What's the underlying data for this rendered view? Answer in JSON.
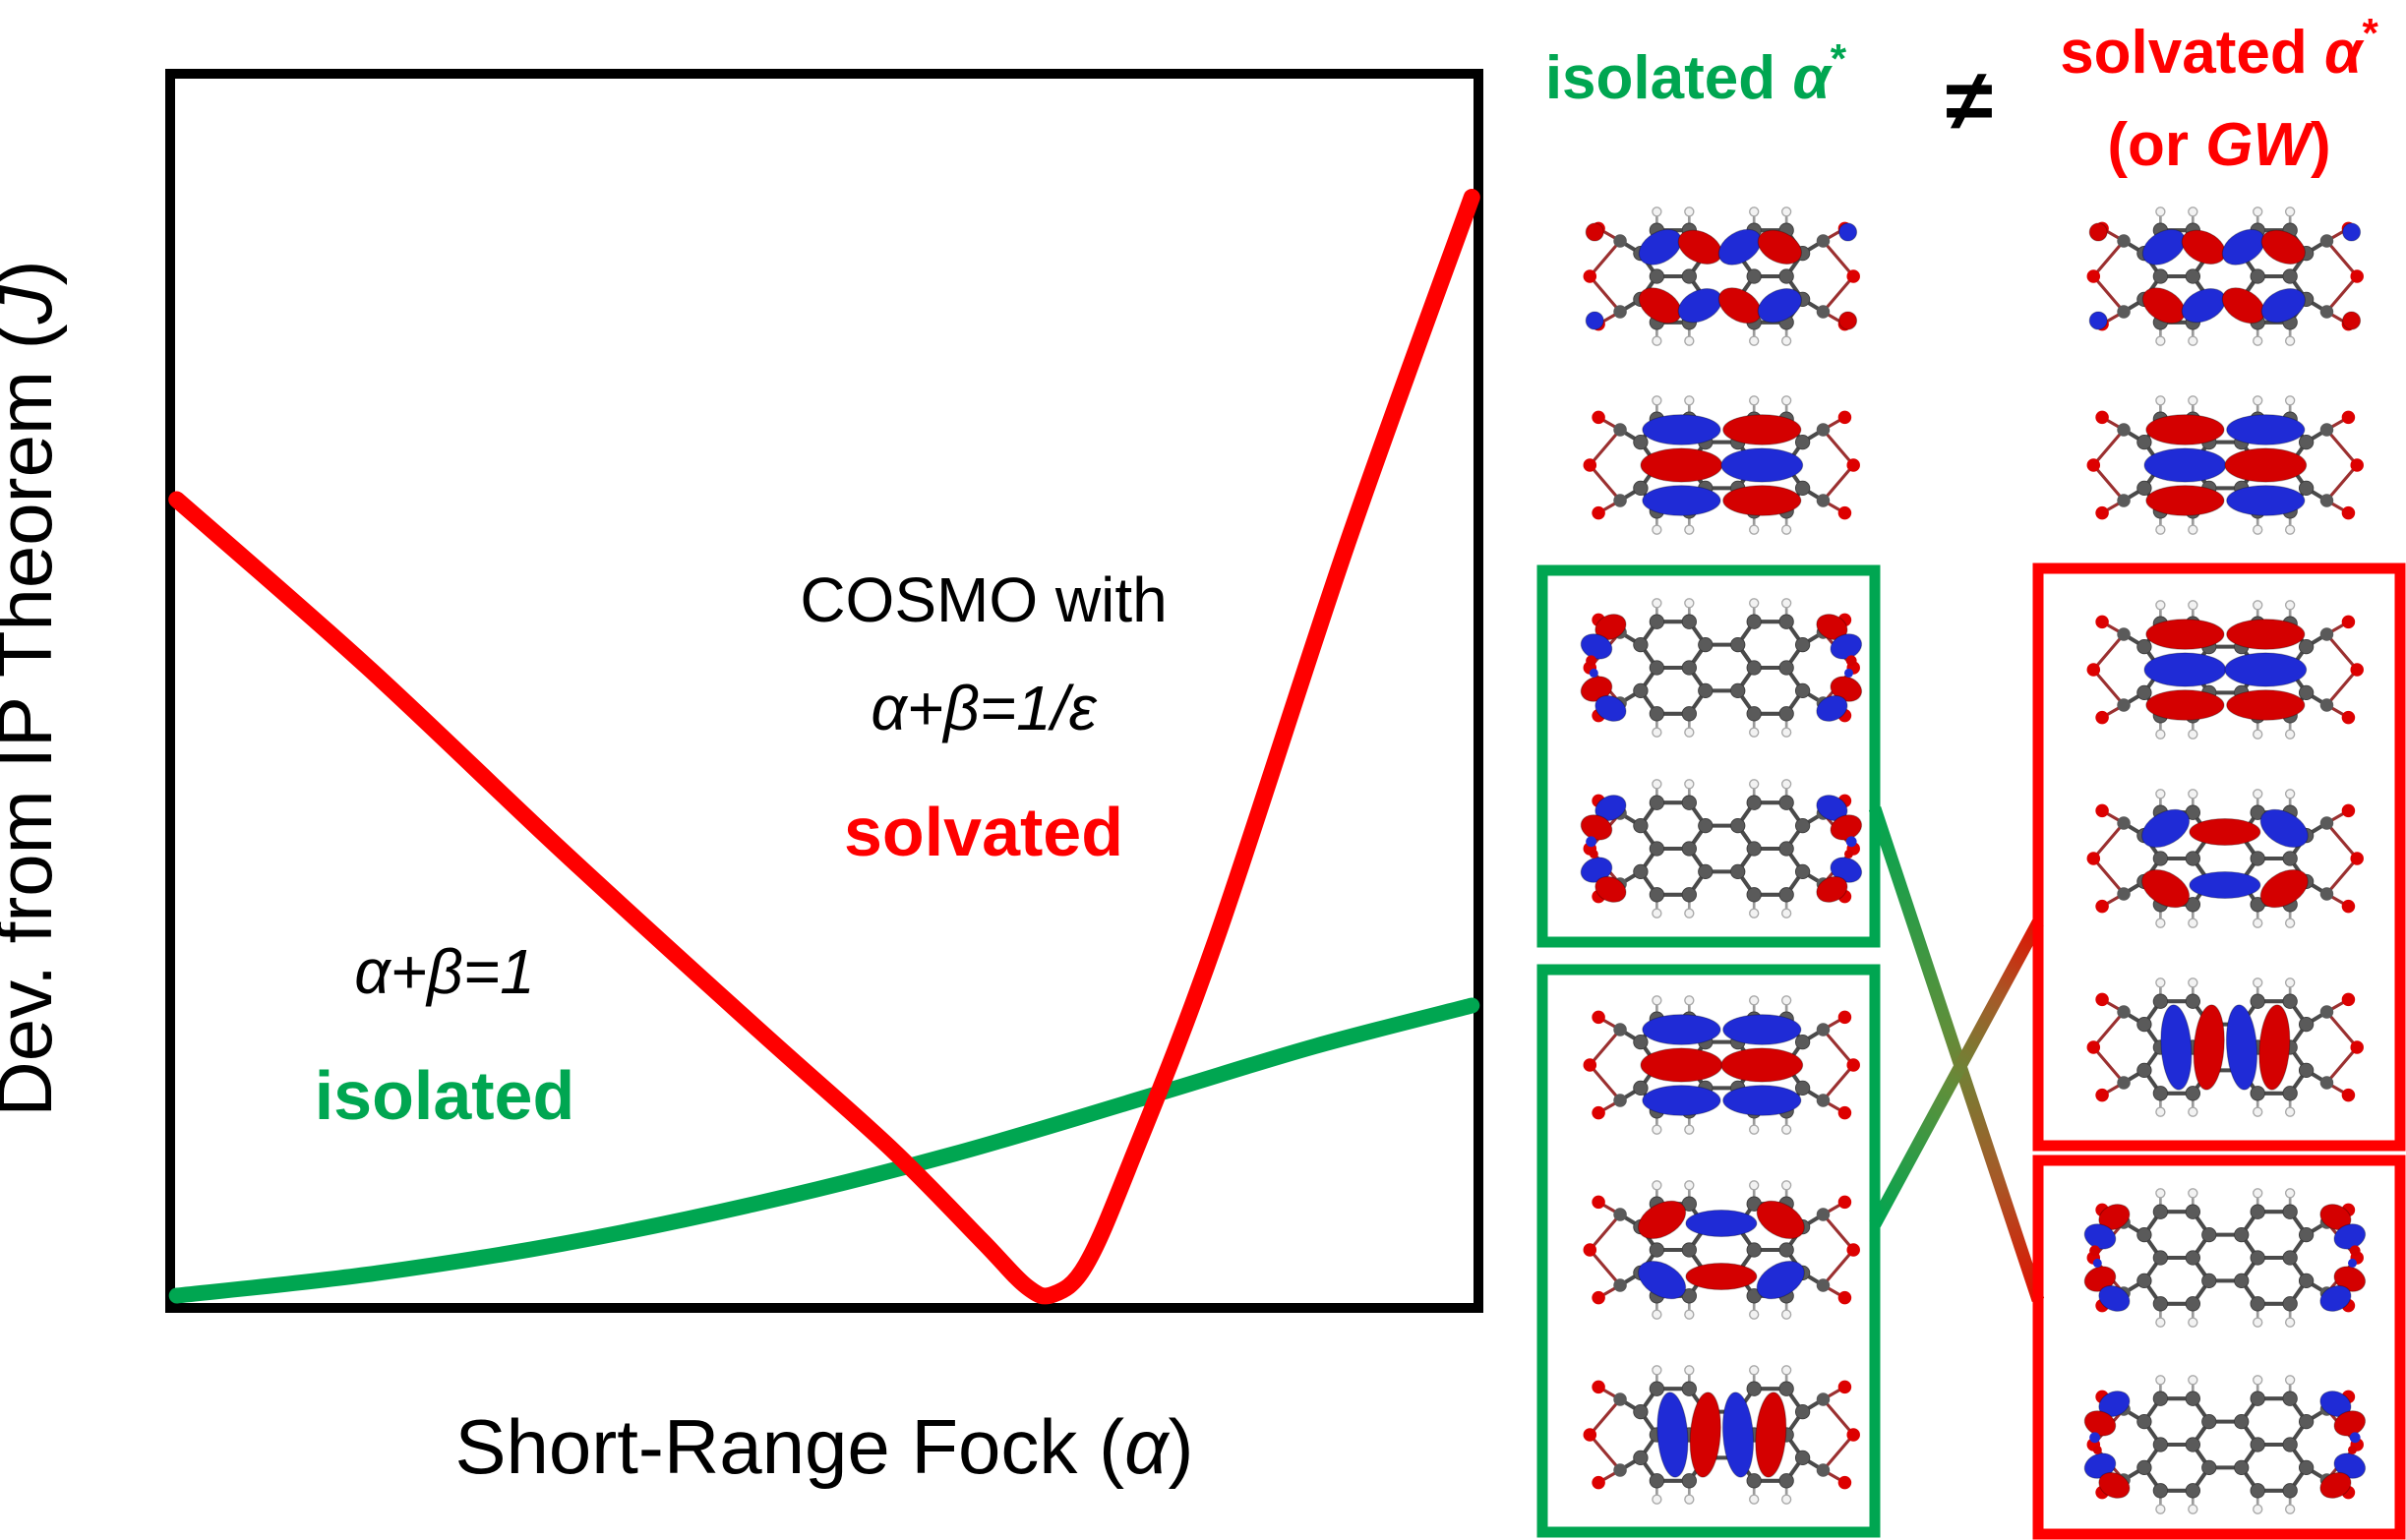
{
  "figure": {
    "kind": "scientific-figure",
    "plot": {
      "y_axis": {
        "prefix": "Dev. from IP Theorem (",
        "symbol": "J",
        "suffix": ")"
      },
      "x_axis": {
        "prefix": "Short-Range Fock (",
        "symbol": "α",
        "suffix": ")"
      },
      "annotations": {
        "cosmo_line1": "COSMO with",
        "cosmo_formula": "α+β=1/ε",
        "solvated": "solvated",
        "isolated_formula": "α+β=1",
        "isolated": "isolated"
      },
      "colors": {
        "solvated_curve": "#FF0000",
        "isolated_curve": "#00A651",
        "frame": "#000000",
        "text": "#000000"
      }
    },
    "chart_data": {
      "type": "line",
      "title": "",
      "xlabel": "Short-Range Fock (α)",
      "ylabel": "Dev. from IP Theorem (J)",
      "x_axis_numeric": false,
      "y_axis_numeric": false,
      "grid": false,
      "frame": true,
      "legend_position": "in-plot text labels",
      "series": [
        {
          "name": "solvated (COSMO with α+β=1/ε)",
          "color": "#FF0000",
          "width": 17,
          "description": "Starts mid-high at the left axis, decreases to a sharp minimum near zero deviation at about 67% of the α range, then rises steeply to near the top right of the frame",
          "points_norm": [
            [
              0.005,
              0.655
            ],
            [
              0.15,
              0.52
            ],
            [
              0.3,
              0.37
            ],
            [
              0.45,
              0.225
            ],
            [
              0.55,
              0.13
            ],
            [
              0.62,
              0.055
            ],
            [
              0.655,
              0.017
            ],
            [
              0.675,
              0.011
            ],
            [
              0.7,
              0.035
            ],
            [
              0.735,
              0.12
            ],
            [
              0.8,
              0.3
            ],
            [
              0.9,
              0.62
            ],
            [
              0.995,
              0.9
            ]
          ]
        },
        {
          "name": "isolated (α+β=1)",
          "color": "#00A651",
          "width": 16,
          "description": "Shallow convex monotonic increase from the bottom-left corner to the lower right",
          "points_norm": [
            [
              0.005,
              0.01
            ],
            [
              0.15,
              0.027
            ],
            [
              0.3,
              0.052
            ],
            [
              0.45,
              0.085
            ],
            [
              0.6,
              0.125
            ],
            [
              0.75,
              0.172
            ],
            [
              0.875,
              0.212
            ],
            [
              0.995,
              0.245
            ]
          ]
        }
      ]
    },
    "comparison": {
      "left_header": {
        "word": "isolated ",
        "symbol": "α",
        "sup": "*",
        "color": "#00A651"
      },
      "not_equal": "≠",
      "not_equal_color": "#000000",
      "right_header": {
        "word": "solvated ",
        "symbol": "α",
        "sup": "*",
        "line2_open": "(or ",
        "line2_italic": "GW",
        "line2_close": ")",
        "color": "#FF0000"
      },
      "molecule_colors": {
        "carbon": "#5a5a5a",
        "oxygen": "#dd0000",
        "hydrogen": "#f2f2f2",
        "lobe_red": "#d40000",
        "lobe_blue": "#1f2bd6"
      },
      "left_column": [
        {
          "id": "iso-1",
          "box": null,
          "pattern": "alt8",
          "top": [
            "B",
            "R",
            "B",
            "R"
          ],
          "bottom": [
            "R",
            "B",
            "R",
            "B"
          ],
          "corners": [
            "R",
            "B",
            "B",
            "R"
          ]
        },
        {
          "id": "iso-2",
          "box": null,
          "pattern": "rows3",
          "rows": [
            [
              "B",
              "R"
            ],
            [
              "R",
              "B"
            ],
            [
              "B",
              "R"
            ]
          ]
        },
        {
          "id": "iso-3",
          "box": "green",
          "pattern": "edge",
          "variant": "A"
        },
        {
          "id": "iso-4",
          "box": "green",
          "pattern": "edge",
          "variant": "B"
        },
        {
          "id": "iso-5",
          "box": "green2",
          "pattern": "rows3",
          "rows": [
            [
              "B",
              "B"
            ],
            [
              "R",
              "R"
            ],
            [
              "B",
              "B"
            ]
          ]
        },
        {
          "id": "iso-6",
          "box": "green2",
          "pattern": "center",
          "corners_top": "R",
          "center_top": "B",
          "corners_bottom": "B",
          "center_bottom": "R"
        },
        {
          "id": "iso-7",
          "box": "green2",
          "pattern": "vwaves",
          "cols": [
            "B",
            "R",
            "B",
            "R"
          ]
        }
      ],
      "right_column": [
        {
          "id": "solv-1",
          "box": null,
          "pattern": "alt8",
          "top": [
            "B",
            "R",
            "B",
            "R"
          ],
          "bottom": [
            "R",
            "B",
            "R",
            "B"
          ],
          "corners": [
            "R",
            "B",
            "B",
            "R"
          ]
        },
        {
          "id": "solv-2",
          "box": null,
          "pattern": "rows3",
          "rows": [
            [
              "R",
              "B"
            ],
            [
              "B",
              "R"
            ],
            [
              "R",
              "B"
            ]
          ]
        },
        {
          "id": "solv-3",
          "box": "red",
          "pattern": "rows3",
          "rows": [
            [
              "R",
              "R"
            ],
            [
              "B",
              "B"
            ],
            [
              "R",
              "R"
            ]
          ]
        },
        {
          "id": "solv-4",
          "box": "red",
          "pattern": "center",
          "corners_top": "B",
          "center_top": "R",
          "corners_bottom": "R",
          "center_bottom": "B"
        },
        {
          "id": "solv-5",
          "box": "red",
          "pattern": "vwaves",
          "cols": [
            "B",
            "R",
            "B",
            "R"
          ]
        },
        {
          "id": "solv-6",
          "box": "red2",
          "pattern": "edge",
          "variant": "A"
        },
        {
          "id": "solv-7",
          "box": "red2",
          "pattern": "edge",
          "variant": "B"
        }
      ],
      "boxes": [
        {
          "key": "green",
          "name": "isolated-edge-orbitals-box",
          "color": "#00A651"
        },
        {
          "key": "green2",
          "name": "isolated-core-orbitals-box",
          "color": "#00A651"
        },
        {
          "key": "red",
          "name": "solvated-core-orbitals-box",
          "color": "#FF0000"
        },
        {
          "key": "red2",
          "name": "solvated-edge-orbitals-box",
          "color": "#FF0000"
        }
      ],
      "connectors": [
        {
          "from": "green",
          "to": "red2",
          "gradient": [
            "#00A651",
            "#5f8f3a",
            "#a55a28",
            "#e21000"
          ]
        },
        {
          "from": "green2",
          "to": "red",
          "gradient": [
            "#00A651",
            "#5f8f3a",
            "#a55a28",
            "#e21000"
          ]
        }
      ]
    }
  }
}
